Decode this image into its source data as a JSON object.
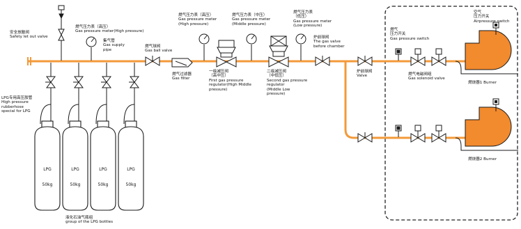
{
  "colors": {
    "pipe": "#f39a3a",
    "burner": "#f28a2e",
    "line": "#1a1a1a",
    "dash": "#222222"
  },
  "labels": {
    "safety_valve": [
      "安全放散阀",
      "Safety let out valve"
    ],
    "hose": [
      "LPG专用高压胶管",
      "High pressure",
      "rubberhose",
      "special for LPG"
    ],
    "ppm_high": [
      "燃气压力表（高压）",
      "Gas pressure meter(High pressure)"
    ],
    "supply_pipe": [
      "集气管",
      "Gas supply",
      "pipe"
    ],
    "ball_valve_1": [
      "燃气球阀",
      "Gas ball valve"
    ],
    "gas_filter": [
      "燃气过滤器",
      "Gas filter"
    ],
    "ppm_high2": [
      "燃气压力表（高压）",
      "Gas pressure meter",
      "(High pressure)"
    ],
    "ppm_mid": [
      "燃气压力表（中压）",
      "Gas pressure meter",
      "(Middle pressure)"
    ],
    "ppm_low": [
      "燃气压力表",
      "（低压）",
      "Gas pressure meter",
      "(Low pressure)"
    ],
    "reg1": [
      "一级减压阀",
      "（高中压）",
      "First gas pressure",
      "regulator(High Middle",
      "pressure)"
    ],
    "reg2": [
      "二级减压阀",
      "（中低压）",
      "Second gas pressure",
      "regulator",
      "(Middle Low",
      "pressure)"
    ],
    "ball_valve_2": [
      "炉前球阀",
      "The gas valve",
      "before chamber"
    ],
    "valve": [
      "炉前球阀",
      "Valve"
    ],
    "gps_switch": [
      "燃气",
      "压力开关",
      "Gas pressure switch"
    ],
    "solenoid": [
      "燃气电磁阀组",
      "Gas solenoid valve"
    ],
    "air_switch": [
      "空气",
      "压力开关",
      "Airpressure switch"
    ],
    "burner1": "燃烧器1 Burner",
    "burner2": "燃烧器2 Burner",
    "group": [
      "液化石油气瓶组",
      "group of the LPG bottles"
    ]
  },
  "bottles": [
    {
      "name": "LPG",
      "weight": "50kg"
    },
    {
      "name": "LPG",
      "weight": "50kg"
    },
    {
      "name": "LPG",
      "weight": "50kg"
    },
    {
      "name": "LPG",
      "weight": "50kg"
    }
  ]
}
